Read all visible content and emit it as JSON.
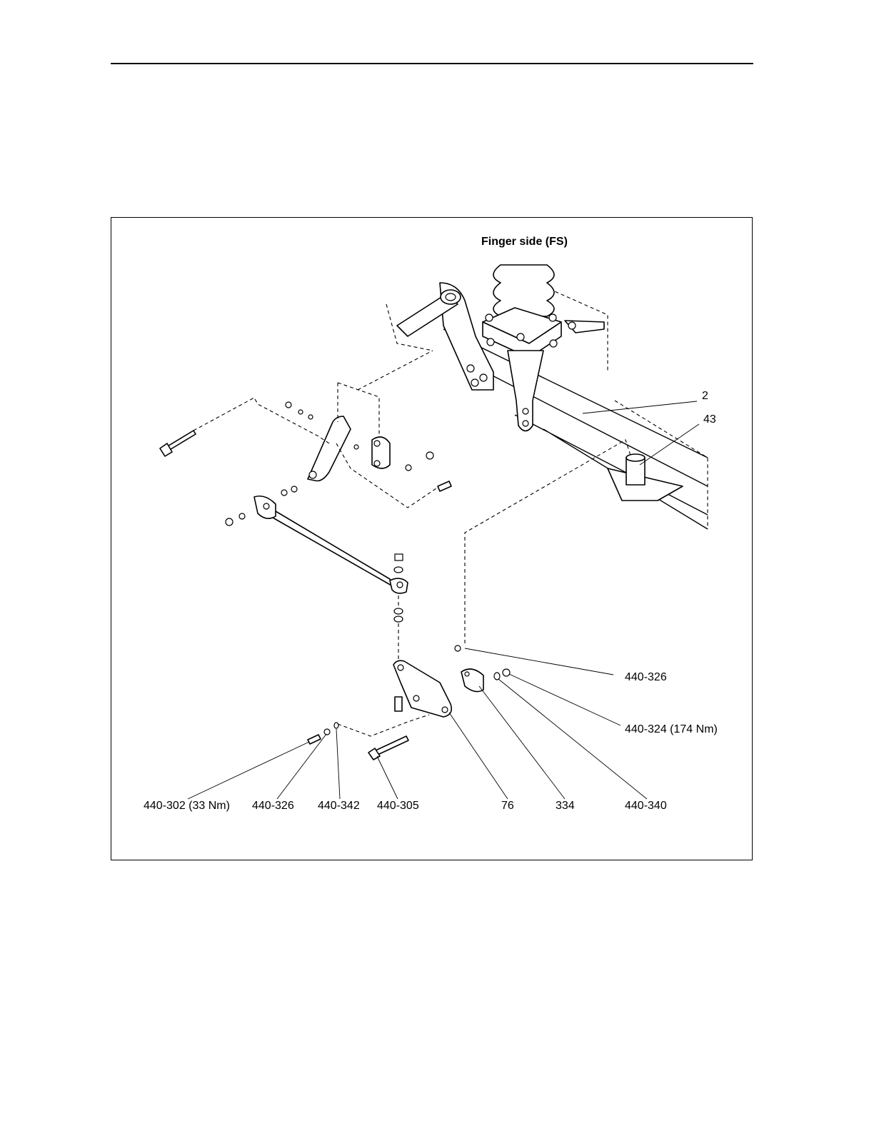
{
  "figure": {
    "title": "Finger side (FS)",
    "callouts": {
      "c2": "2",
      "c43": "43",
      "c440_326_right": "440-326",
      "c440_324": "440-324 (174 Nm)",
      "c440_302": "440-302 (33 Nm)",
      "c440_326_bottom": "440-326",
      "c440_342": "440-342",
      "c440_305": "440-305",
      "c76": "76",
      "c334": "334",
      "c440_340": "440-340"
    }
  }
}
